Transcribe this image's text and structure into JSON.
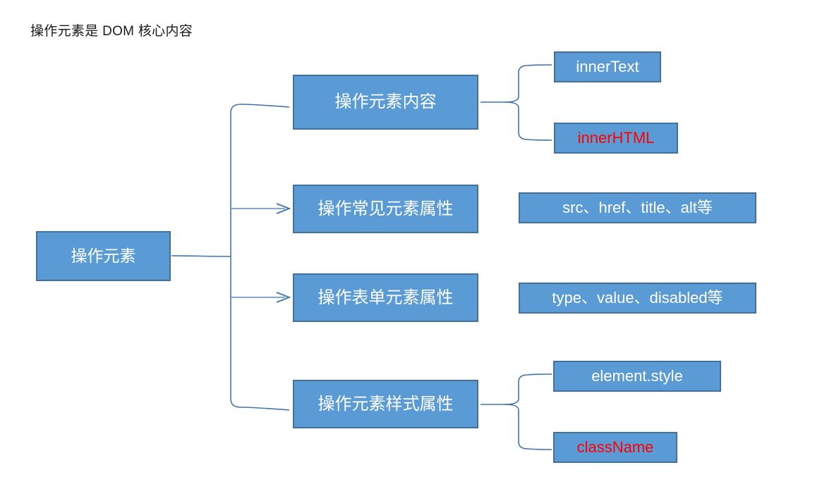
{
  "title": "操作元素是 DOM 核心内容",
  "colors": {
    "node_fill": "#5B9BD5",
    "node_border": "#41719C",
    "node_text": "#FFFFFF",
    "highlight_text": "#FF0000",
    "connector": "#4472A8",
    "background": "#FFFFFF",
    "title_text": "#1A1A1A"
  },
  "root": {
    "label": "操作元素"
  },
  "branches": [
    {
      "label": "操作元素内容",
      "connector": "curve",
      "children": [
        {
          "label": "innerText",
          "emphasis": "normal"
        },
        {
          "label": "innerHTML",
          "emphasis": "highlight"
        }
      ]
    },
    {
      "label": "操作常见元素属性",
      "connector": "arrow",
      "children": [
        {
          "label": "src、href、title、alt等",
          "emphasis": "normal"
        }
      ]
    },
    {
      "label": "操作表单元素属性",
      "connector": "arrow",
      "children": [
        {
          "label": "type、value、disabled等",
          "emphasis": "normal"
        }
      ]
    },
    {
      "label": "操作元素样式属性",
      "connector": "curve",
      "children": [
        {
          "label": "element.style",
          "emphasis": "normal"
        },
        {
          "label": "className",
          "emphasis": "highlight"
        }
      ]
    }
  ]
}
